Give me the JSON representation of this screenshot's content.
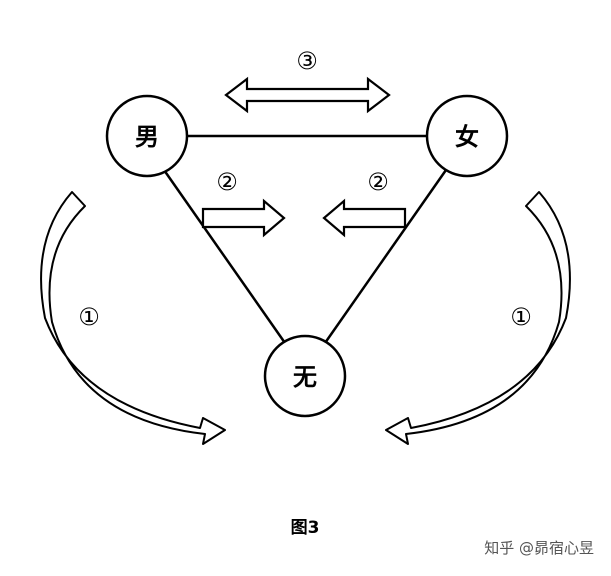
{
  "nodes": {
    "male": "男",
    "female": "女",
    "none": "无"
  },
  "labels": {
    "top": "③",
    "inner_left": "②",
    "inner_right": "②",
    "outer_left": "①",
    "outer_right": "①"
  },
  "caption": "图3",
  "watermark": "知乎 @昴宿心昱"
}
